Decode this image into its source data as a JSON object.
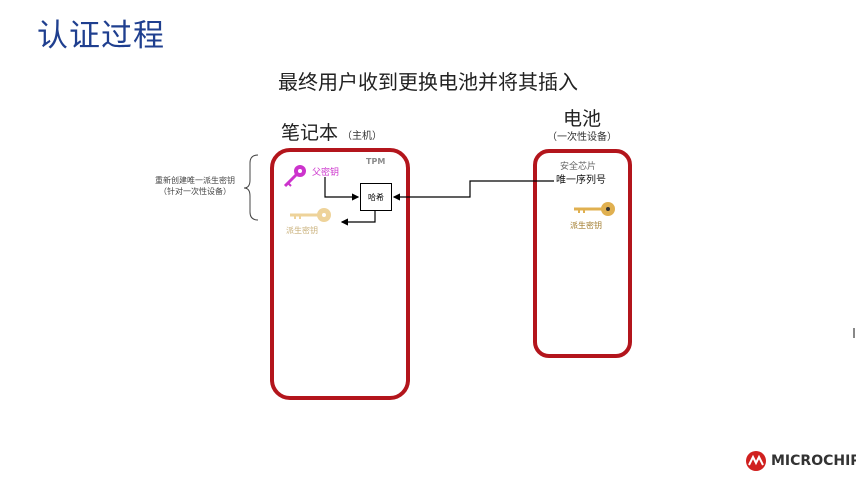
{
  "title": "认证过程",
  "subtitle": "最终用户收到更换电池并将其插入",
  "host": {
    "heading": "笔记本",
    "heading_note": "（主机）",
    "tpm_label": "TPM",
    "parent_key_label": "父密钥",
    "derived_key_label": "派生密钥",
    "hash_label": "哈希"
  },
  "battery": {
    "heading": "电池",
    "heading_note": "（一次性设备）",
    "secure_chip_label": "安全芯片",
    "serial_label": "唯一序列号",
    "derived_key_label": "派生密钥"
  },
  "note": {
    "line1": "重新创建唯一派生密钥",
    "line2": "（针对一次性设备）"
  },
  "logo": {
    "text": "MICROCHIP"
  },
  "colors": {
    "title": "#1f3f8f",
    "box_border": "#b3151c",
    "parent_key": "#cc33cc",
    "derived_key": "#e8c170"
  },
  "icons": [
    "key-icon",
    "microchip-logo-icon"
  ]
}
